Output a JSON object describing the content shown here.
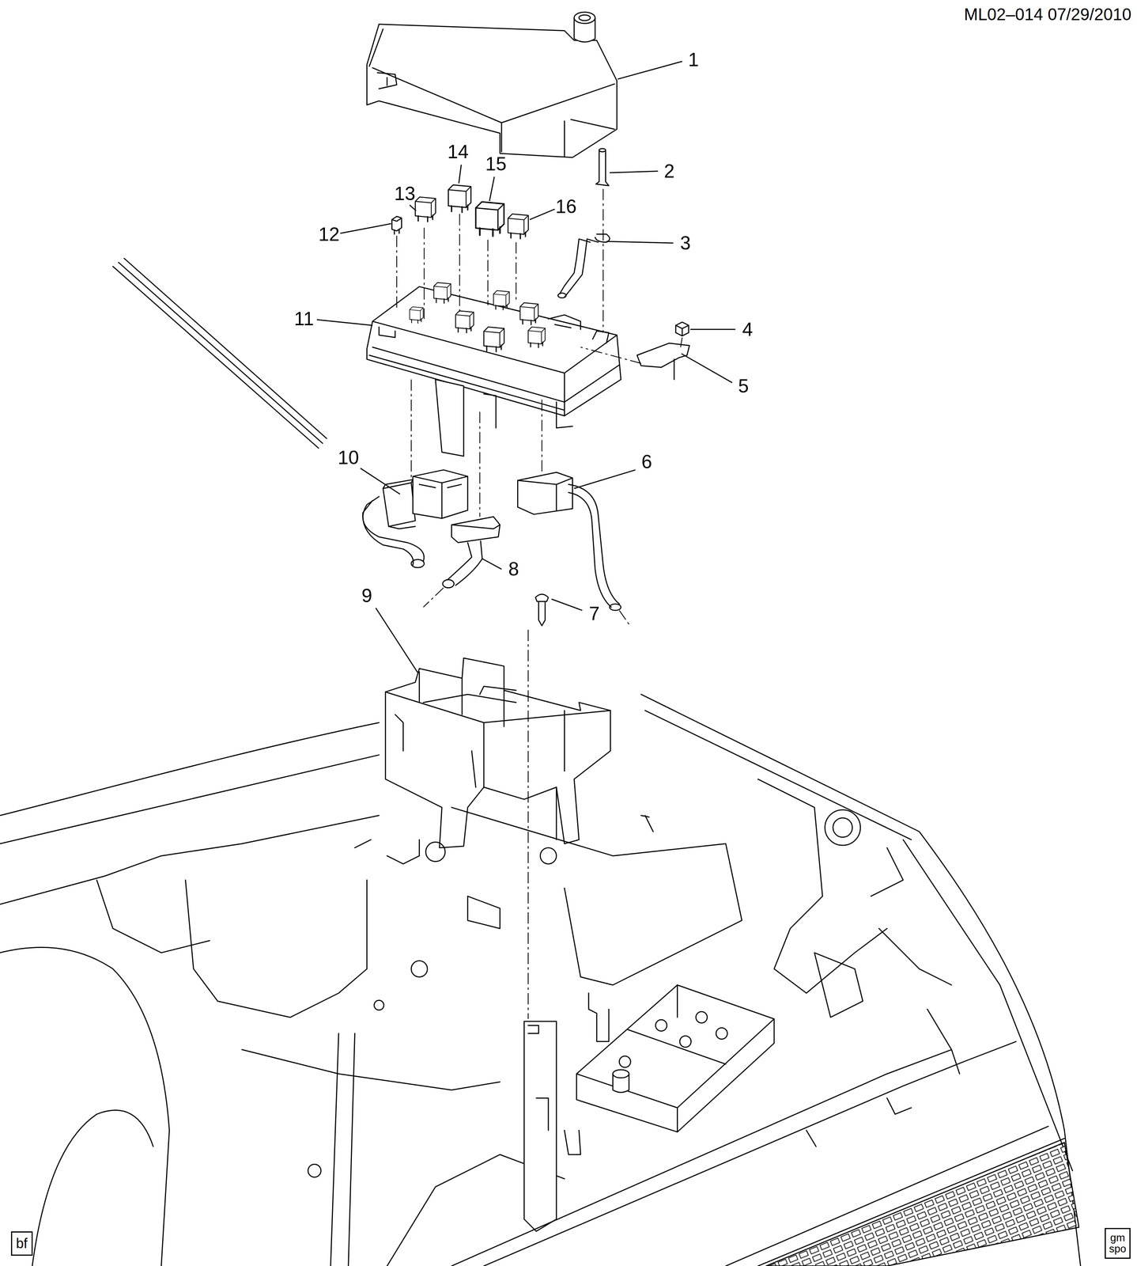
{
  "diagram": {
    "nodes": [
      {
        "text": [
          "bf"
        ]
      },
      {
        "text": [
          "gm spo"
        ]
      }
    ],
    "labels": [
      "ML02–014 07/29/2010",
      "1",
      "14",
      "15",
      "2",
      "13",
      "16",
      "12",
      "3",
      "11",
      "4",
      "5",
      "10",
      "6",
      "8",
      "9",
      "7"
    ]
  }
}
